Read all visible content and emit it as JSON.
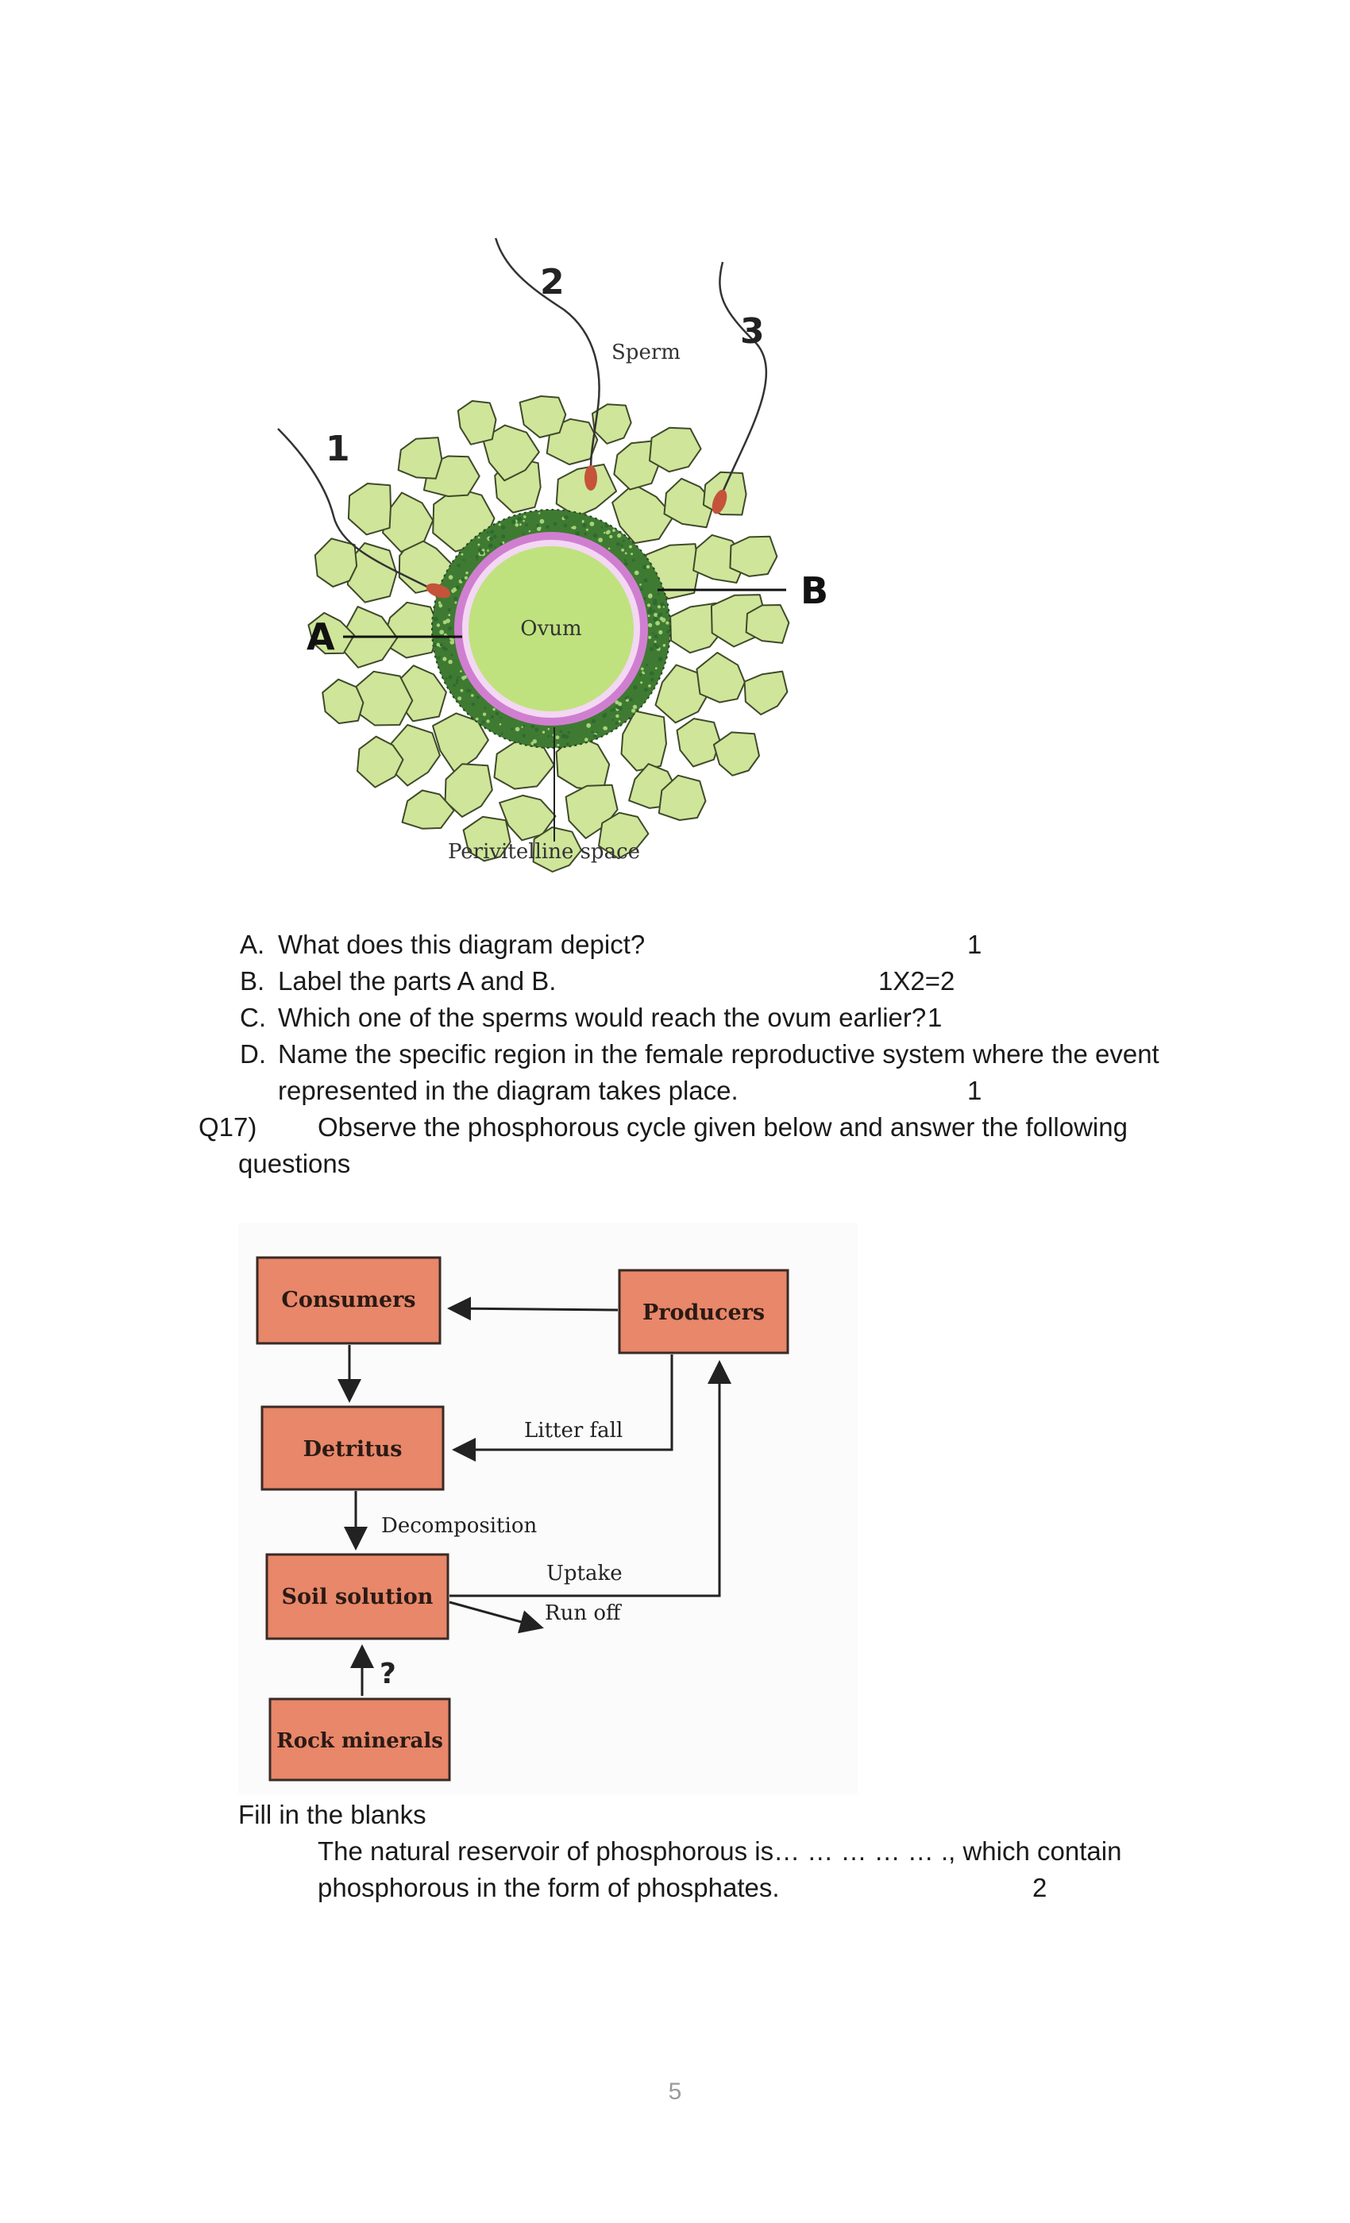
{
  "fertilization_diagram": {
    "sperm_numbers": [
      "1",
      "2",
      "3"
    ],
    "sperm_label": "Sperm",
    "ovum_label": "Ovum",
    "label_a": "A",
    "label_b": "B",
    "perivitelline_label": "Perivitelline space",
    "colors": {
      "cells": "#cfe59a",
      "cell_outline": "#3f4a2a",
      "zona": "#d07fd0",
      "ovum": "#bfe27e",
      "corona_dots": "#2f6b2f",
      "sperm_head": "#c4533a"
    }
  },
  "q16_items": [
    {
      "letter": "A.",
      "line1": "What does this diagram depict?",
      "mark": "1"
    },
    {
      "letter": "B.",
      "line1": "Label the parts A and B.",
      "mark": "1X2=2"
    },
    {
      "letter": "C.",
      "line1": "Which one of the sperms would reach the ovum earlier?",
      "mark": "1"
    },
    {
      "letter": "D.",
      "line1": "Name the specific region in the female reproductive system where the event",
      "line2": "represented in the diagram takes place.",
      "mark": "1"
    }
  ],
  "q17": {
    "number": "Q17)",
    "text_line1": "Observe the phosphorous cycle given below and answer the following",
    "text_line2": "questions"
  },
  "phosphorus_diagram": {
    "boxes": {
      "consumers": "Consumers",
      "producers": "Producers",
      "detritus": "Detritus",
      "soil_solution": "Soil solution",
      "rock_minerals": "Rock minerals"
    },
    "arrows": {
      "litter_fall": "Litter fall",
      "decomposition": "Decomposition",
      "uptake": "Uptake",
      "run_off": "Run off",
      "unknown": "?"
    },
    "colors": {
      "box_fill": "#e8876a",
      "box_border": "#3a2a25"
    }
  },
  "fill_blanks": {
    "heading": "Fill in the blanks",
    "line1": "The natural reservoir of phosphorous is… … … … … ., which contain",
    "line2": "phosphorous in the form of phosphates.",
    "mark": "2"
  },
  "page_number": "5"
}
